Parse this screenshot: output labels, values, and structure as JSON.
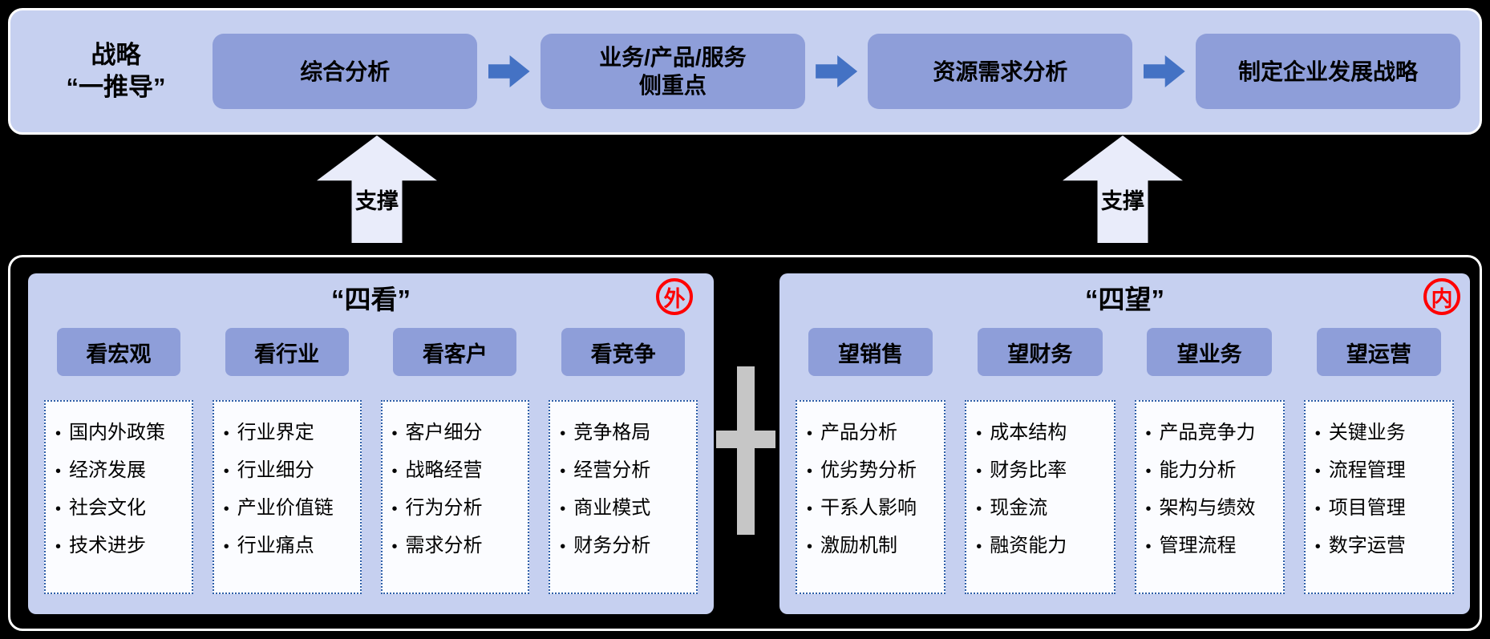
{
  "top_flow": {
    "title_line1": "战略",
    "title_line2": "“一推导”",
    "steps": [
      "综合分析",
      "业务/产品/服务\n侧重点",
      "资源需求分析",
      "制定企业发展战略"
    ]
  },
  "support": {
    "left_label": "支撑",
    "right_label": "支撑"
  },
  "panels": [
    {
      "title": "“四看”",
      "badge": "外",
      "columns": [
        {
          "header": "看宏观",
          "items": [
            "国内外政策",
            "经济发展",
            "社会文化",
            "技术进步"
          ]
        },
        {
          "header": "看行业",
          "items": [
            "行业界定",
            "行业细分",
            "产业价值链",
            "行业痛点"
          ]
        },
        {
          "header": "看客户",
          "items": [
            "客户细分",
            "战略经营",
            "行为分析",
            "需求分析"
          ]
        },
        {
          "header": "看竞争",
          "items": [
            "竞争格局",
            "经营分析",
            "商业模式",
            "财务分析"
          ]
        }
      ]
    },
    {
      "title": "“四望”",
      "badge": "内",
      "columns": [
        {
          "header": "望销售",
          "items": [
            "产品分析",
            "优劣势分析",
            "干系人影响",
            "激励机制"
          ]
        },
        {
          "header": "望财务",
          "items": [
            "成本结构",
            "财务比率",
            "现金流",
            "融资能力"
          ]
        },
        {
          "header": "望业务",
          "items": [
            "产品竞争力",
            "能力分析",
            "架构与绩效",
            "管理流程"
          ]
        },
        {
          "header": "望运营",
          "items": [
            "关键业务",
            "流程管理",
            "项目管理",
            "数字运营"
          ]
        }
      ]
    }
  ],
  "colors": {
    "background": "#000000",
    "band_fill": "#c6d0f0",
    "node_fill": "#8e9ed9",
    "flow_arrow_blue": "#4472c4",
    "support_arrow_fill": "#e9ecfa",
    "list_dotted_border": "#2e5fa8",
    "badge_red": "#ff0000",
    "plus_gray": "#c6c6c6"
  }
}
